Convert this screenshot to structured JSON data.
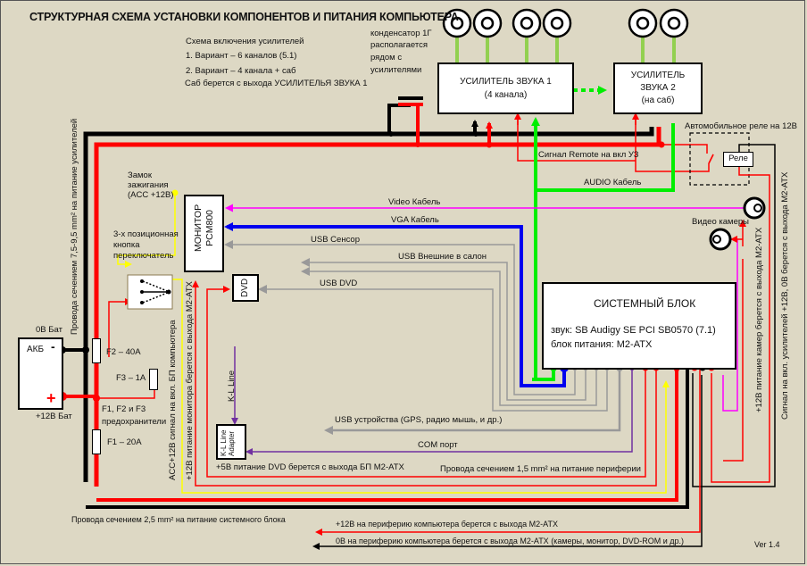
{
  "title": "СТРУКТУРНАЯ СХЕМА УСТАНОВКИ КОМПОНЕНТОВ И ПИТАНИЯ КОМПЬЮТЕРА",
  "amp_scheme": {
    "heading": "Схема включения усилителей",
    "option1": "1.    Вариант – 6 каналов (5.1)",
    "option2": "2.    Вариант – 4 канала + саб",
    "note": "Саб берется с выхода УСИЛИТЕЛЬЯ ЗВУКА 1"
  },
  "capacitor_note": [
    "конденсатор 1Г",
    "располагается",
    "рядом с",
    "усилителями"
  ],
  "amp1": {
    "line1": "УСИЛИТЕЛЬ ЗВУКА 1",
    "line2": "(4 канала)"
  },
  "amp2": {
    "line1": "УСИЛИТЕЛЬ",
    "line2": "ЗВУКА 2",
    "line3": "(на саб)"
  },
  "relay": {
    "title": "Автомобильное реле на 12В",
    "label": "Реле"
  },
  "remote_signal": "Сигнал Remote на вкл УЗ",
  "audio_cable": "AUDIO Кабель",
  "video_cable": "Video Кабель",
  "vga_cable": "VGA Кабель",
  "usb_sensor": "USB Сенсор",
  "usb_external": "USB Внешние в салон",
  "usb_dvd": "USB DVD",
  "usb_devices": "USB устройства (GPS, радио мышь, и др.)",
  "com_port": "COM порт",
  "cameras": "Видео камеры",
  "ignition": [
    "Замок",
    "зажигания",
    "(ACC +12В)"
  ],
  "switch_label": [
    "3-х позиционная",
    "кнопка",
    "переключатель"
  ],
  "monitor": {
    "line1": "МОНИТОР",
    "line2": "PCM800"
  },
  "dvd": "DVD",
  "kline": {
    "label": "K-L Line",
    "adapter1": "K-L Line",
    "adapter2": "Adapter"
  },
  "system_unit": {
    "title": "СИСТЕМНЫЙ БЛОК",
    "sound": "звук: SB Audigy SE PCI SB0570 (7.1)",
    "psu": "блок питания: M2-ATX"
  },
  "battery": {
    "label": "АКБ",
    "minus": "-",
    "plus": "+",
    "zero_label": "0В Бат",
    "plus_label": "+12В Бат"
  },
  "fuses": {
    "f2": "F2 – 40A",
    "f3": "F3 – 1A",
    "f1": "F1 – 20A",
    "note1": "F1, F2 и F3",
    "note2": "предохранители"
  },
  "vertical_labels": {
    "amp_wires": "Провода сечением 7,5-9,5 mm² на питание усилителей",
    "acc_signal": "ACC+12В сигнал  на вкл. БП компьютера",
    "monitor_power": "+12В питание монитора берется с выхода  M2-ATX",
    "camera_power": "+12В питание камер берется с выхода M2-ATX",
    "amp_signal": "Сигнал на вкл. усилителей +12В, 0В берется с выхода M2-ATX"
  },
  "bottom_labels": {
    "dvd_power": "+5В питание DVD берется с выхода БП M2-ATX",
    "periph_wires": "Провода сечением 1,5 mm² на питание периферии",
    "pc_wires": "Провода сечением 2,5 mm² на питание системного блока",
    "periph_12v": "+12В на периферию компьютера берется с выхода M2-ATX",
    "periph_0v": "0В на периферию компьютера берется с выхода M2-ATX (камеры, монитор, DVD-ROM и др.)"
  },
  "version": "Ver 1.4",
  "colors": {
    "power": "#ff0000",
    "ground": "#000000",
    "audio": "#00ee00",
    "vga": "#0000ee",
    "video": "#ff00ff",
    "usb": "#999999",
    "com": "#7030a0",
    "acc": "#ffff00",
    "speaker": "#92d050"
  }
}
